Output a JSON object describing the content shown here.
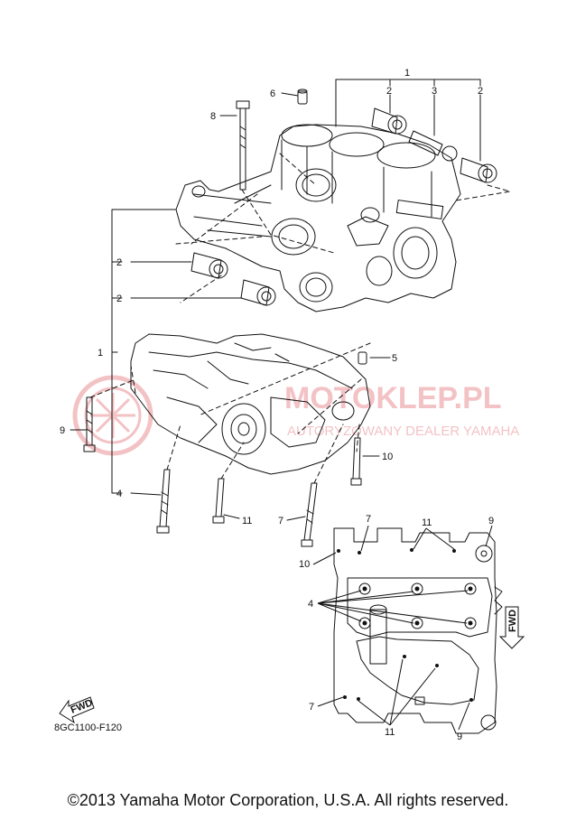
{
  "diagram": {
    "callouts": {
      "c1_top": "1",
      "c2_a": "2",
      "c3": "3",
      "c2_b": "2",
      "c6": "6",
      "c8": "8",
      "c2_left_a": "2",
      "c2_left_b": "2",
      "c1_left": "1",
      "c5": "5",
      "c9_left": "9",
      "c10_right": "10",
      "c4_left": "4",
      "c11_mid": "11",
      "c7_mid": "7",
      "c7_inset_top": "7",
      "c11_inset_top": "11",
      "c9_inset_top": "9",
      "c10_inset": "10",
      "c4_inset": "4",
      "c7_inset_bottom": "7",
      "c11_inset_bottom": "11",
      "c9_inset_bottom": "9"
    },
    "fwd_label": "FWD",
    "fwd_label_left": "FWD",
    "figure_code": "8GC1100-F120",
    "watermark_main": "MOTOKLEP.PL",
    "watermark_sub": "AUTORYZOWANY DEALER YAMAHA",
    "copyright": "©2013 Yamaha Motor Corporation, U.S.A. All rights reserved."
  }
}
